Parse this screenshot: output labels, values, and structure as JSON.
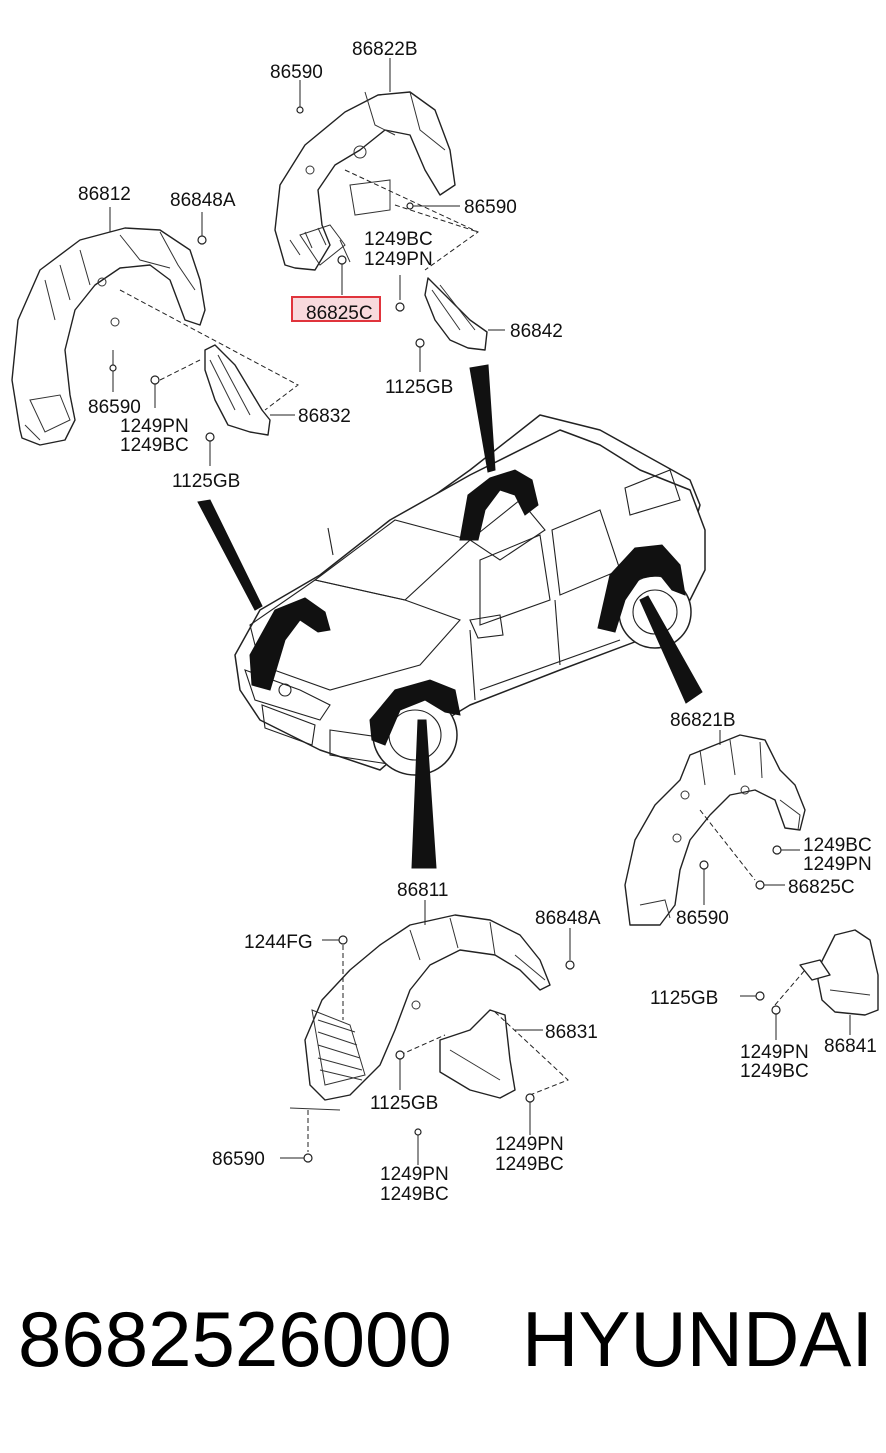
{
  "labels": {
    "fr_86822B": "86822B",
    "fr_86590_top": "86590",
    "fr_86590_mid": "86590",
    "fr_1249BC": "1249BC",
    "fr_1249PN": "1249PN",
    "fr_86825C_highlight": "86825C",
    "fr_86842": "86842",
    "fr_1125GB": "1125GB",
    "fl_86812": "86812",
    "fl_86848A": "86848A",
    "fl_86590": "86590",
    "fl_86832": "86832",
    "fl_1249PN": "1249PN",
    "fl_1249BC": "1249BC",
    "fl_1125GB": "1125GB",
    "rr_86821B": "86821B",
    "rr_1249BC": "1249BC",
    "rr_1249PN": "1249PN",
    "rr_86825C": "86825C",
    "rr_86590": "86590",
    "rr_1125GB": "1125GB",
    "rr_86841": "86841",
    "rr_1249PN_b": "1249PN",
    "rr_1249BC_b": "1249BC",
    "rl_86811": "86811",
    "rl_86848A": "86848A",
    "rl_1244FG": "1244FG",
    "rl_86831": "86831",
    "rl_1125GB": "1125GB",
    "rl_86590": "86590",
    "rl_1249PN_a": "1249PN",
    "rl_1249BC_a": "1249BC",
    "rl_1249PN_b": "1249PN",
    "rl_1249BC_b": "1249BC"
  },
  "footer": {
    "part_number": "8682526000",
    "brand": "HYUNDAI"
  },
  "colors": {
    "highlight_border": "#e0343c",
    "highlight_fill": "#f8dadd"
  }
}
